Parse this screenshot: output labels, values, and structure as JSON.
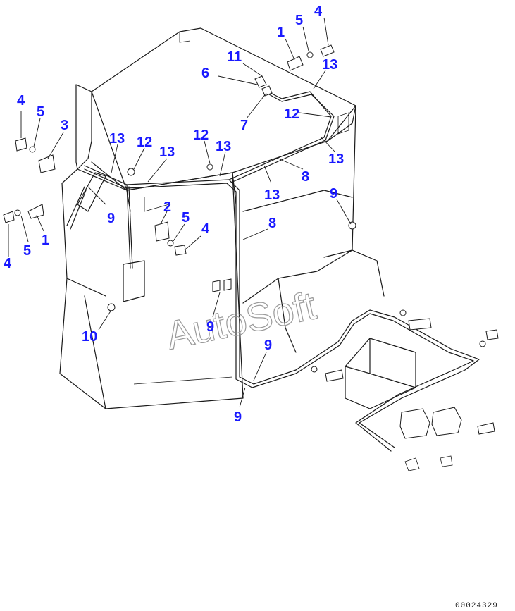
{
  "drawing": {
    "watermark": "AutoSoft",
    "drawing_code": "00024329",
    "callouts": [
      "1",
      "1",
      "2",
      "3",
      "4",
      "4",
      "4",
      "4",
      "5",
      "5",
      "5",
      "5",
      "6",
      "7",
      "8",
      "8",
      "9",
      "9",
      "9",
      "9",
      "9",
      "10",
      "11",
      "12",
      "12",
      "12",
      "13",
      "13",
      "13",
      "13",
      "13",
      "13"
    ]
  },
  "colors": {
    "callout": "#1a1aff",
    "line": "#1a1a1a",
    "watermark": "#9a9a9a"
  }
}
